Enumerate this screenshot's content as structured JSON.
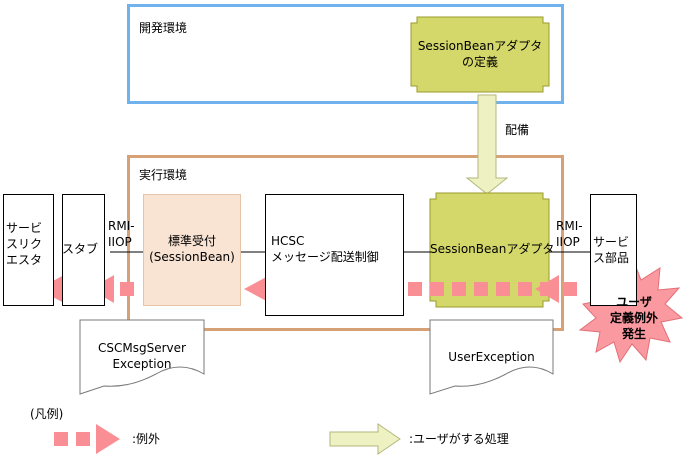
{
  "environments": {
    "dev_label": "開発環境",
    "run_label": "実行環境"
  },
  "nodes": {
    "adapter_def": "SessionBeanアダプタ\nの定義",
    "deploy": "配備",
    "service_cluster": "サービ\nスリク\nエスタ",
    "stub": "スタブ",
    "rmi_left": "RMI-\nIIOP",
    "standard_receiver": "標準受付\n(SessionBean)",
    "hcsc_ctrl": "HCSC\nメッセージ配送制御",
    "sb_adapter": "SessionBeanアダプタ",
    "rmi_right": "RMI-\nIIOP",
    "service_part": "サービ\nス部品",
    "user_exception_burst": "ユーザ\n定義例外\n発生",
    "doc_cscmsg": "CSCMsgServer\nException",
    "doc_user": "UserException"
  },
  "legend": {
    "title": "(凡例)",
    "exception": ":例外",
    "user_process": ":ユーザがする処理"
  },
  "colors": {
    "dev_border": "#6fb2ee",
    "run_border": "#d6a175",
    "adapter_fill": "#d4d86a",
    "receiver_fill": "#f9e4d3",
    "exception_arrow": "#f98f95",
    "user_arrow_fill": "#eef2c2",
    "burst_fill": "#fa9aa0"
  }
}
